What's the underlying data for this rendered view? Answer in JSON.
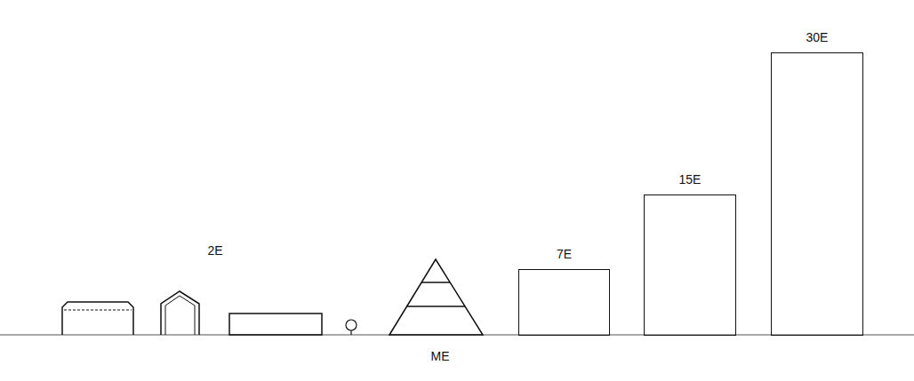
{
  "diagram": {
    "nodes": [
      {
        "text": [
          "7E"
        ]
      },
      {
        "text": [
          "15E"
        ]
      },
      {
        "text": [
          "30E"
        ]
      }
    ],
    "labels": [
      "2E",
      "ME"
    ]
  }
}
